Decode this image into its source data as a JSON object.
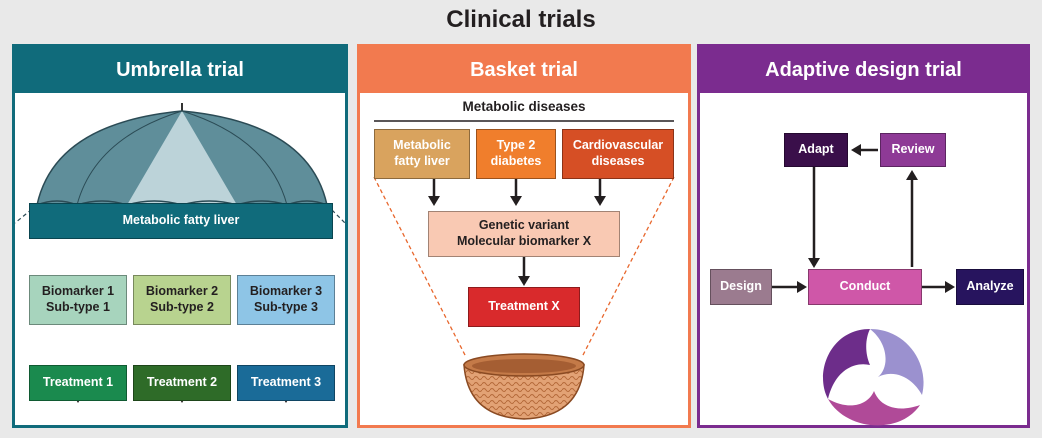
{
  "title": "Clinical trials",
  "colors": {
    "umbrella": "#106b7b",
    "basket": "#f27a4f",
    "adaptive": "#7b2c8f"
  },
  "umbrella": {
    "header": "Umbrella trial",
    "disease": "Metabolic fatty liver",
    "biomarkers": [
      "Biomarker 1\nSub-type 1",
      "Biomarker 2\nSub-type 2",
      "Biomarker 3\nSub-type 3"
    ],
    "treatments": [
      "Treatment 1",
      "Treatment 2",
      "Treatment 3"
    ],
    "icons": [
      "umbrella-icon"
    ]
  },
  "basket": {
    "header": "Basket trial",
    "group_label": "Metabolic diseases",
    "diseases": [
      "Metabolic\nfatty liver",
      "Type 2\ndiabetes",
      "Cardiovascular\ndiseases"
    ],
    "variant": "Genetic variant\nMolecular biomarker X",
    "treatment": "Treatment X",
    "icons": [
      "basket-icon"
    ]
  },
  "adaptive": {
    "header": "Adaptive design trial",
    "adapt": "Adapt",
    "review": "Review",
    "design": "Design",
    "conduct": "Conduct",
    "analyze": "Analyze",
    "icons": [
      "cycle-logo-icon"
    ]
  }
}
